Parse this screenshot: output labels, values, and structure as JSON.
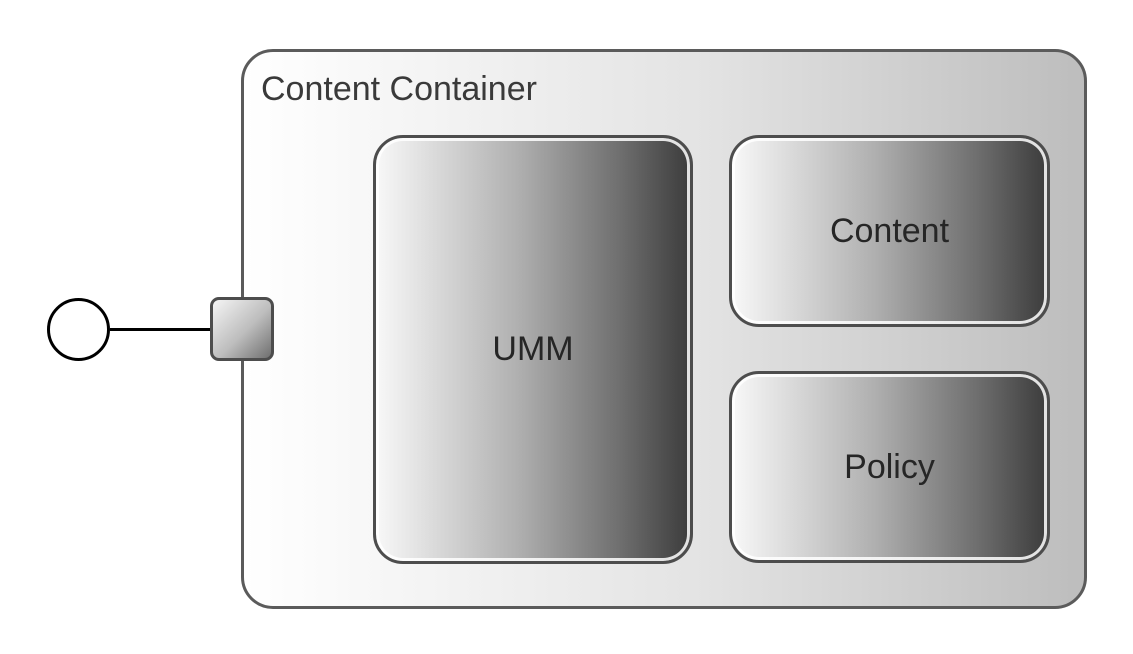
{
  "diagram": {
    "container": {
      "title": "Content Container"
    },
    "components": {
      "umm": "UMM",
      "content": "Content",
      "policy": "Policy"
    },
    "port": {
      "shape": "square"
    },
    "interface": {
      "symbol": "lollipop-circle"
    },
    "colors": {
      "border": "#4d4d4d",
      "container_fill_light": "#ffffff",
      "container_fill_dark": "#bdbdbd",
      "component_fill_light": "#f8f8f8",
      "component_fill_dark": "#3c3c3c",
      "text": "#262626"
    }
  }
}
